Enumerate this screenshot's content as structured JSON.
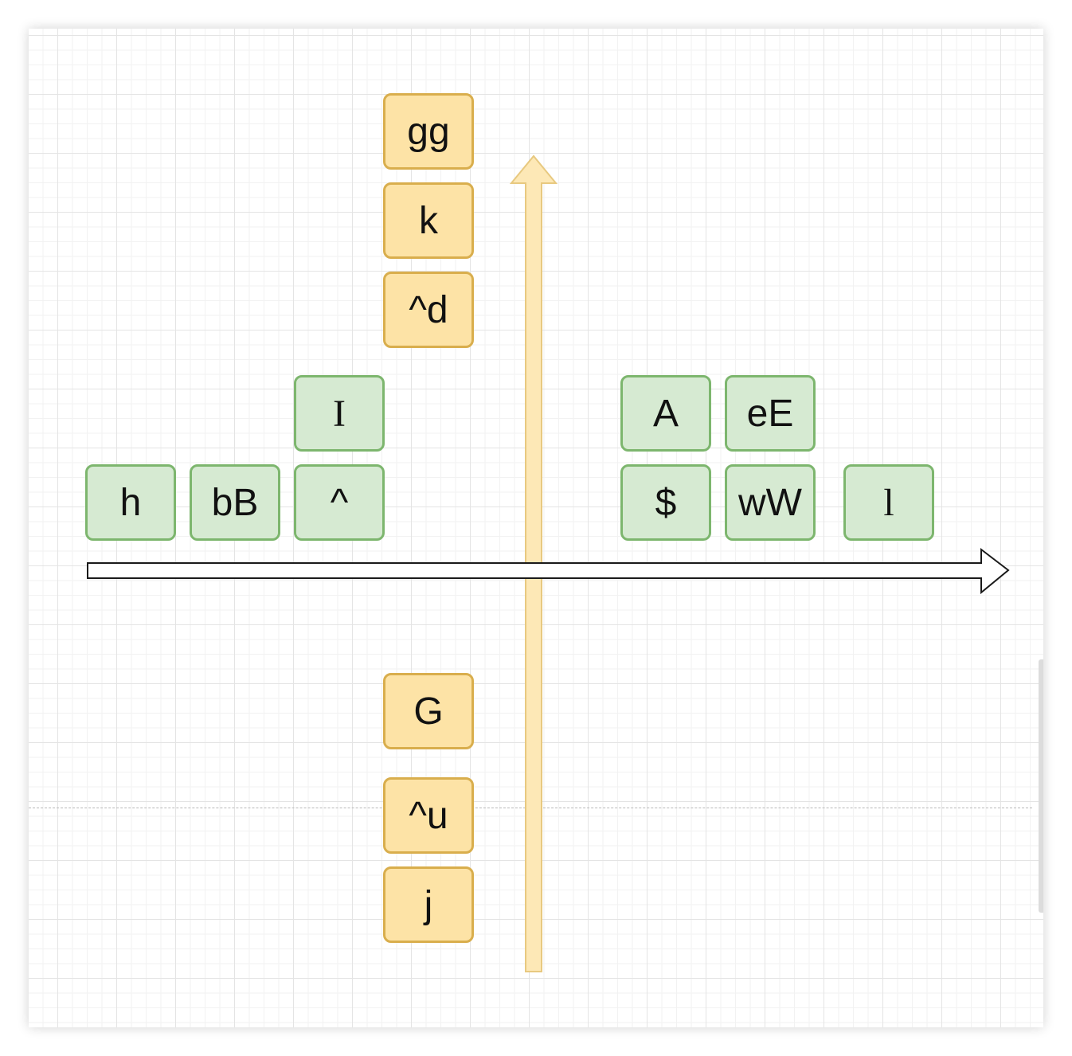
{
  "colors": {
    "vertical_fill": "#fde3a6",
    "vertical_border": "#d9ae4d",
    "horizontal_fill": "#d6ead2",
    "horizontal_border": "#7db66e",
    "vertical_arrow": "#fde8b6",
    "horizontal_arrow": "#ffffff"
  },
  "vertical_keys": {
    "gg": "gg",
    "k": "k",
    "ctrl_d": "^d",
    "G": "G",
    "ctrl_u": "^u",
    "j": "j"
  },
  "horizontal_keys": {
    "h": "h",
    "bB": "bB",
    "caret": "^",
    "I": "I",
    "A": "A",
    "eE": "eE",
    "dollar": "$",
    "wW": "wW",
    "l": "l"
  }
}
